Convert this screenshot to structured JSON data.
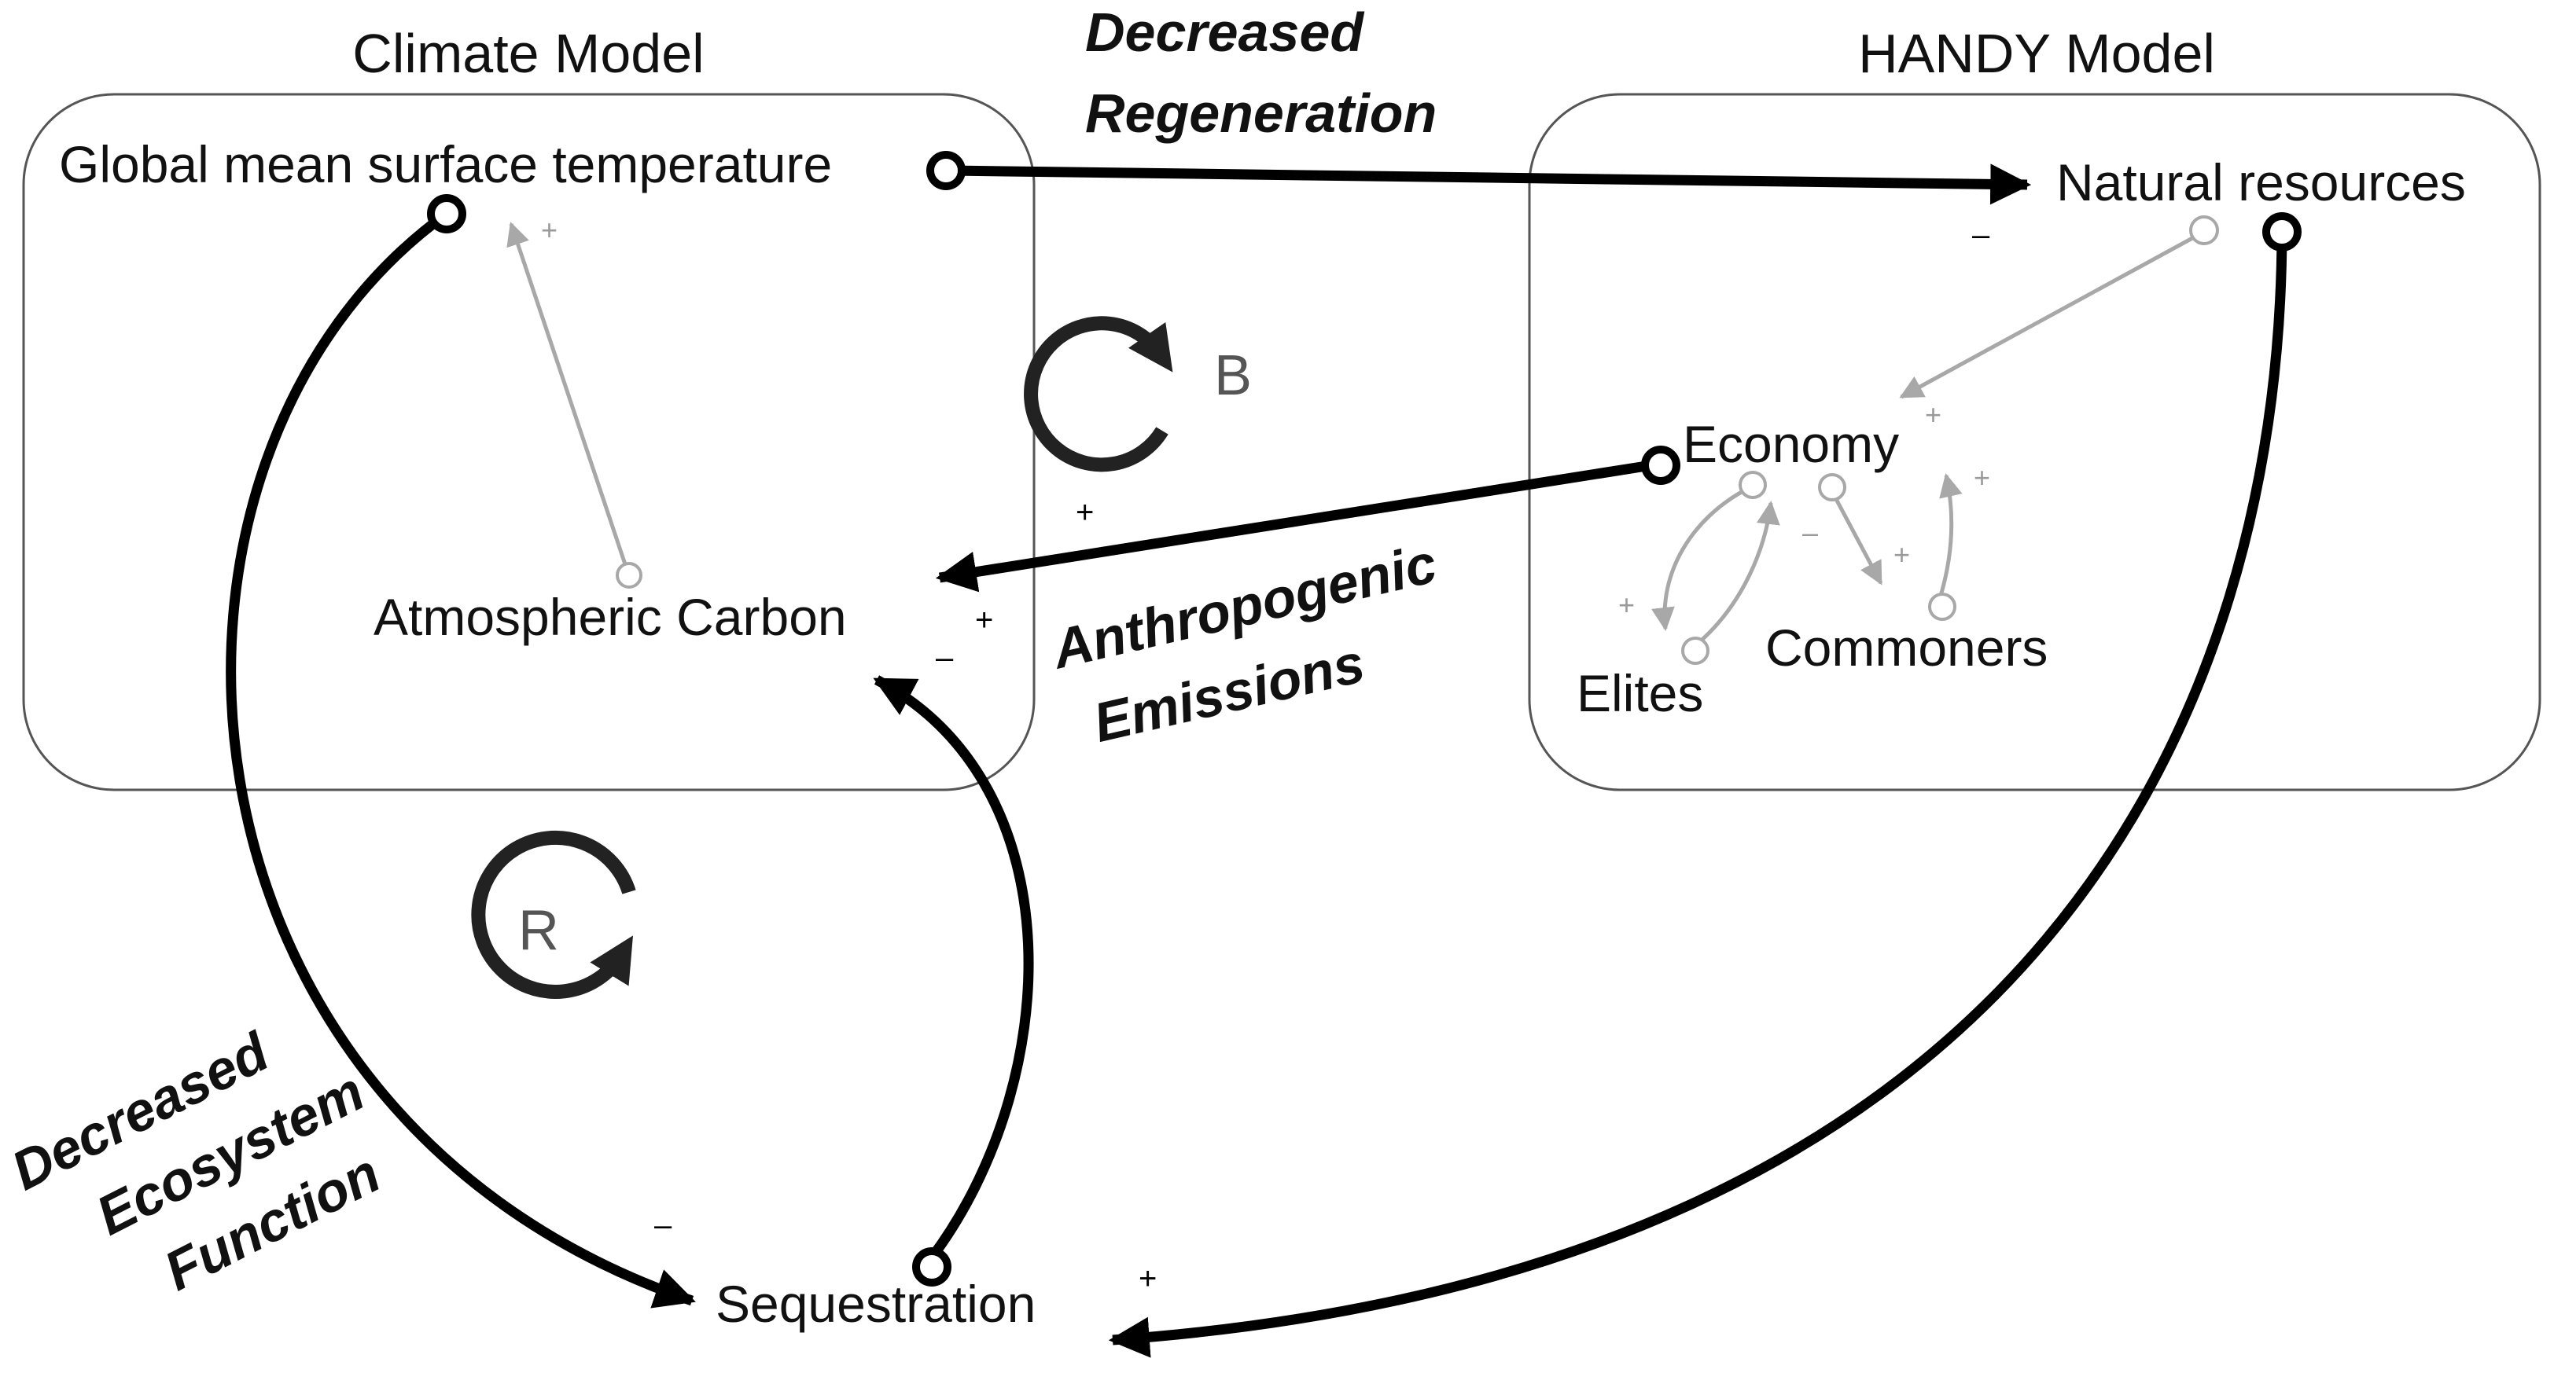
{
  "panels": {
    "climate_title": "Climate Model",
    "handy_title": "HANDY Model"
  },
  "nodes": {
    "gmst": "Global mean surface temperature",
    "atm_carbon": "Atmospheric Carbon",
    "sequestration": "Sequestration",
    "natural_resources": "Natural resources",
    "economy": "Economy",
    "elites": "Elites",
    "commoners": "Commoners"
  },
  "link_labels": {
    "decreased_regeneration": [
      "Decreased",
      "Regeneration"
    ],
    "anthropogenic_emissions": [
      "Anthropogenic",
      "Emissions"
    ],
    "decreased_ecosystem_function": [
      "Decreased",
      "Ecosystem",
      "Function"
    ]
  },
  "signs": {
    "plus": "+",
    "minus": "–"
  },
  "loops": {
    "balancing": "B",
    "reinforcing": "R"
  },
  "colors": {
    "main_link": "#000000",
    "internal_link": "#a8a8a8",
    "panel_border": "#555555",
    "loop_ring": "#222222"
  }
}
